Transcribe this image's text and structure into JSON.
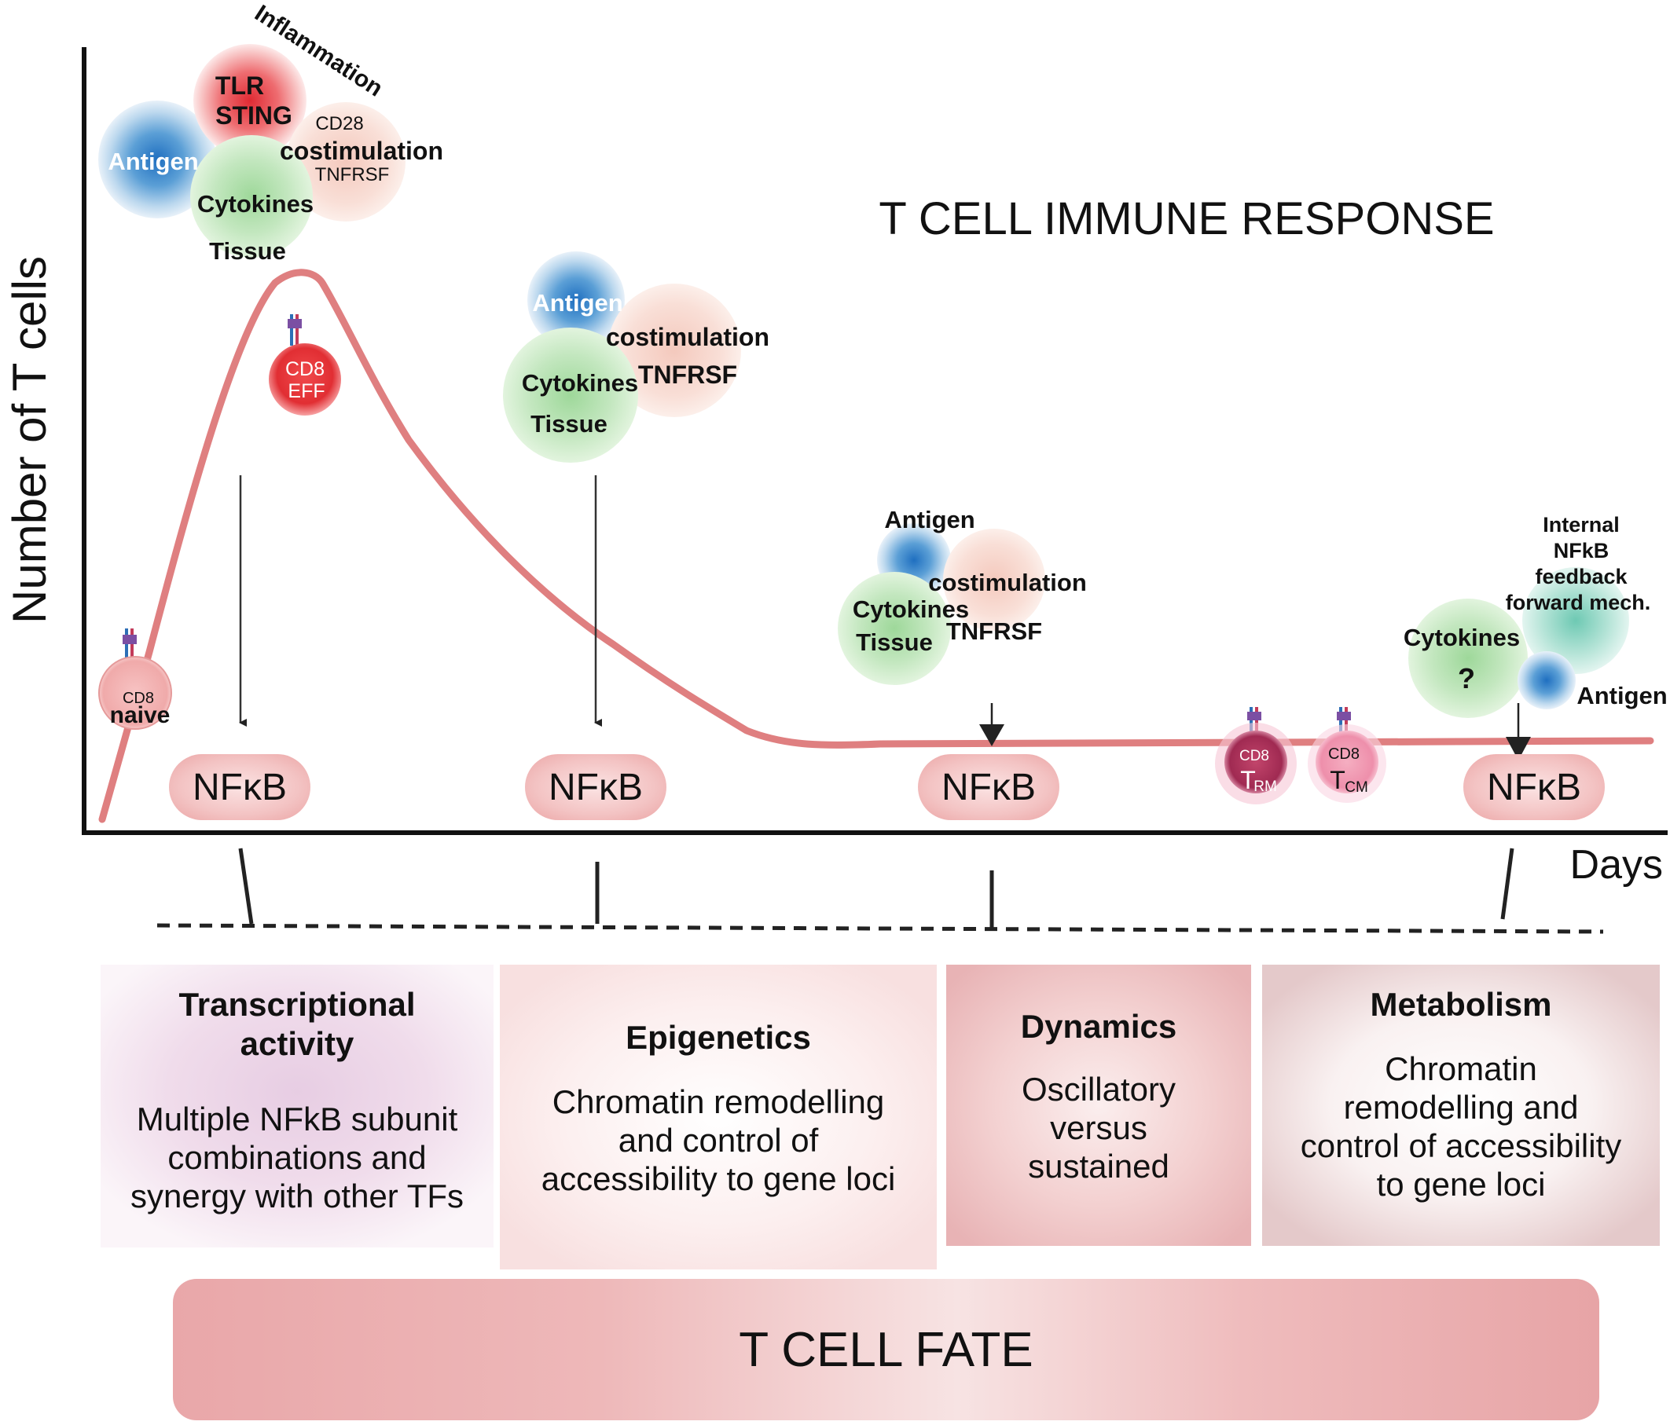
{
  "title": "T CELL IMMUNE RESPONSE",
  "axes": {
    "ylabel": "Number of T cells",
    "xlabel": "Days"
  },
  "cells": {
    "naive": {
      "top": "CD8",
      "bottom": "naive"
    },
    "eff": {
      "top": "CD8",
      "bottom": "EFF"
    },
    "trm": {
      "top": "CD8",
      "main": "T",
      "sub": "RM"
    },
    "tcm": {
      "top": "CD8",
      "main": "T",
      "sub": "CM"
    }
  },
  "cluster1": {
    "inflammation": "Inflammation",
    "tlr": "TLR",
    "sting": "STING",
    "antigen": "Antigen",
    "cd28": "CD28",
    "costimulation": "costimulation",
    "tnfrsf": "TNFRSF",
    "cytokines": "Cytokines",
    "tissue": "Tissue"
  },
  "cluster2": {
    "antigen": "Antigen",
    "costimulation": "costimulation",
    "tnfrsf": "TNFRSF",
    "cytokines": "Cytokines",
    "tissue": "Tissue"
  },
  "cluster3": {
    "antigen": "Antigen",
    "costimulation": "costimulation",
    "cytokines": "Cytokines",
    "tnfrsf": "TNFRSF",
    "tissue": "Tissue"
  },
  "cluster4": {
    "internal_1": "Internal",
    "internal_2": "NFkB",
    "internal_3": "feedback",
    "internal_4": "forward mech.",
    "cytokines": "Cytokines",
    "question": "?",
    "antigen": "Antigen"
  },
  "nfkb_label": "NFκB",
  "boxes": [
    {
      "title_1": "Transcriptional",
      "title_2": "activity",
      "body_1": "Multiple NFkB subunit",
      "body_2": "combinations and",
      "body_3": "synergy with other TFs"
    },
    {
      "title_1": "Epigenetics",
      "body_1": "Chromatin remodelling",
      "body_2": "and control of",
      "body_3": "accessibility to gene loci"
    },
    {
      "title_1": "Dynamics",
      "body_1": "Oscillatory",
      "body_2": "versus",
      "body_3": "sustained"
    },
    {
      "title_1": "Metabolism",
      "body_1": "Chromatin",
      "body_2": "remodelling and",
      "body_3": "control of accessibility",
      "body_4": "to gene loci"
    }
  ],
  "fate": "T CELL FATE",
  "colors": {
    "curve": "#df7f80",
    "nfkb_pill": "#f3c6c6",
    "eff_cell": "#e8383b",
    "trm_cell": "#b7345e",
    "tcm_cell": "#f29ab3",
    "naive_cell": "#f2b7b7"
  }
}
